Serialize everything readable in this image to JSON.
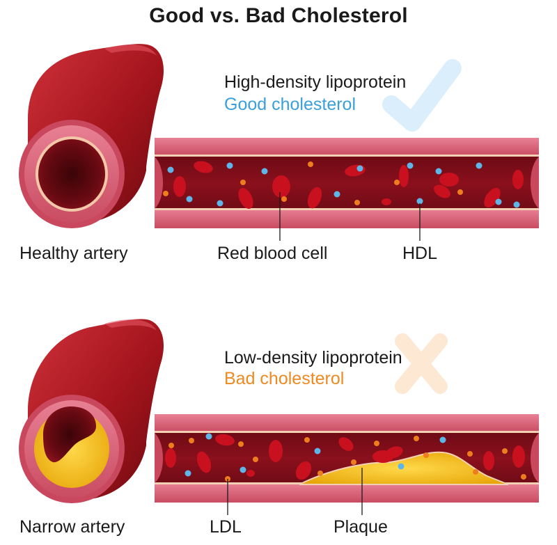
{
  "title": "Good vs. Bad Cholesterol",
  "colors": {
    "artery_outer": "#a3141c",
    "artery_wall": "#d9667a",
    "blood": "#7c0d18",
    "rbc": "#c8101f",
    "hdl": "#5fb5e8",
    "ldl": "#ee7d1f",
    "plaque": "#f5c21e",
    "good": "#3aa0dc",
    "bad": "#ee8a22"
  },
  "top": {
    "heading": "High-density lipoprotein",
    "subheading": "Good cholesterol",
    "mark_icon": "checkmark-icon",
    "labels": {
      "artery": "Healthy artery",
      "rbc": "Red blood cell",
      "particle": "HDL"
    }
  },
  "bottom": {
    "heading": "Low-density lipoprotein",
    "subheading": "Bad cholesterol",
    "mark_icon": "cross-icon",
    "labels": {
      "artery": "Narrow artery",
      "particle": "LDL",
      "plaque": "Plaque"
    }
  }
}
